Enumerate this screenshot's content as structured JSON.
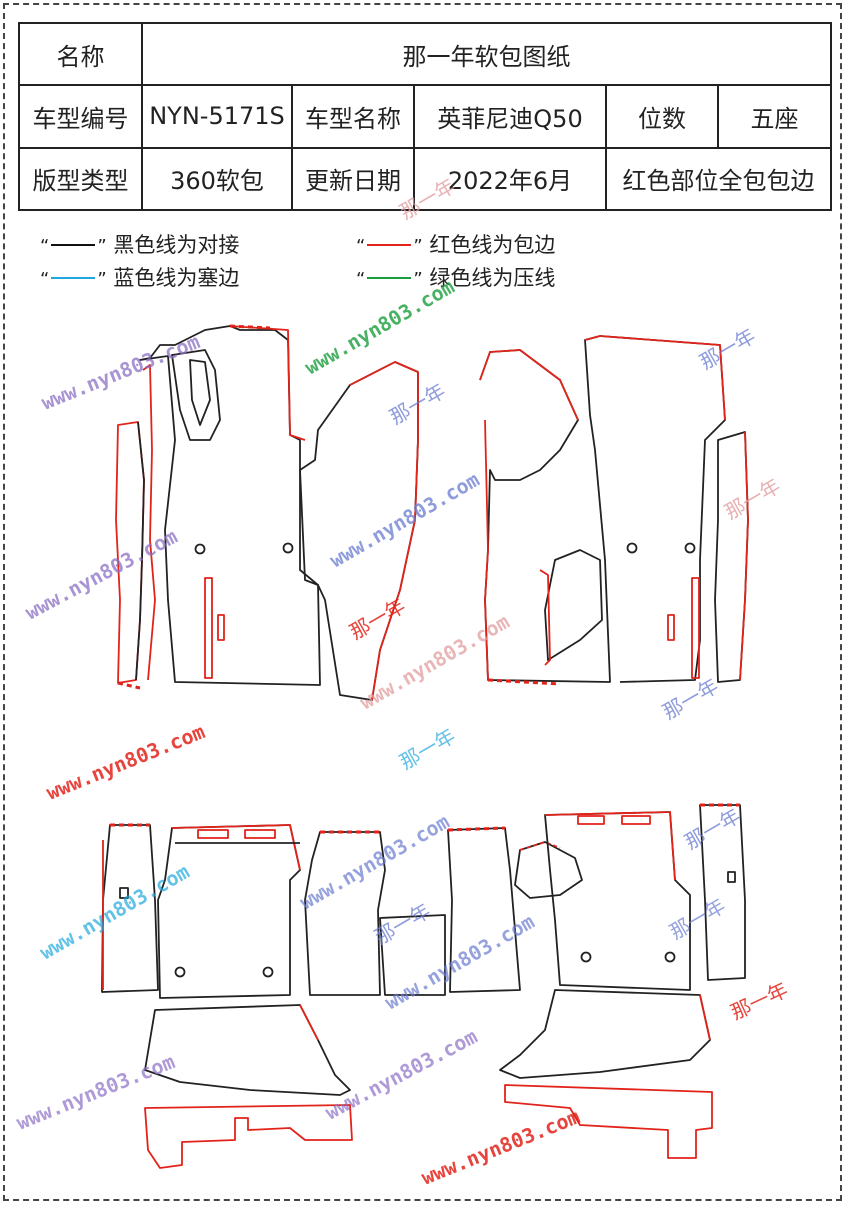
{
  "header": {
    "row1": {
      "label": "名称",
      "value": "那一年软包图纸"
    },
    "row2": {
      "label1": "车型编号",
      "value1": "NYN-5171S",
      "label2": "车型名称",
      "value2": "英菲尼迪Q50",
      "label3": "位数",
      "value3": "五座"
    },
    "row3": {
      "label1": "版型类型",
      "value1": "360软包",
      "label2": "更新日期",
      "value2": "2022年6月",
      "value3": "红色部位全包包边"
    }
  },
  "legend": [
    {
      "color": "#111111",
      "text": "黑色线为对接"
    },
    {
      "color": "#e2231a",
      "text": "红色线为包边"
    },
    {
      "color": "#1fa6dc",
      "text": "蓝色线为塞边"
    },
    {
      "color": "#1a9e3c",
      "text": "绿色线为压线"
    }
  ],
  "watermarks": {
    "site": "www.nyn803.com",
    "brand": "那一年"
  },
  "colors": {
    "black": "#222222",
    "red": "#e2231a",
    "border": "#444444"
  }
}
